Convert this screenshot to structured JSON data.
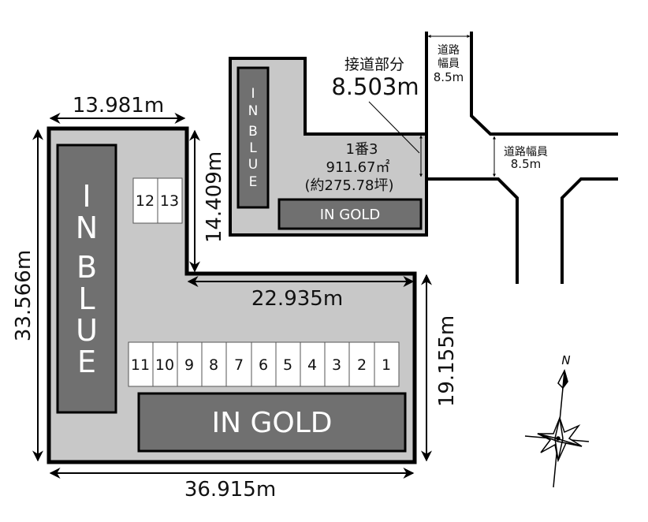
{
  "plot": {
    "lot_number": "1番3",
    "area_sqm": "911.67㎡",
    "area_tsubo": "(約275.78坪)",
    "frontage_label": "接道部分",
    "frontage_value": "8.503m"
  },
  "dimensions": {
    "top_left_width": "13.981m",
    "left_height": "33.566m",
    "notch_height": "14.409m",
    "inner_width": "22.935m",
    "right_height": "19.155m",
    "bottom_width": "36.915m"
  },
  "roads": {
    "north_road_label_line1": "道路",
    "north_road_label_line2": "幅員",
    "north_road_width": "8.5m",
    "east_road_label": "道路幅員",
    "east_road_width": "8.5m"
  },
  "main_lot": {
    "store_blue_label": [
      "I",
      "N",
      "B",
      "L",
      "U",
      "E"
    ],
    "store_gold_label": "IN GOLD",
    "parking_upper": [
      "12",
      "13"
    ],
    "parking_lower": [
      "11",
      "10",
      "9",
      "8",
      "7",
      "6",
      "5",
      "4",
      "3",
      "2",
      "1"
    ]
  },
  "sub_lot": {
    "store_blue_label": [
      "I",
      "N",
      "B",
      "L",
      "U",
      "E"
    ],
    "store_gold_label": "IN GOLD"
  },
  "compass": {
    "north_label": "N"
  },
  "colors": {
    "lot_fill": "#c8c8c8",
    "building_fill": "#707070",
    "outline": "#000000",
    "parking_fill": "#ffffff"
  }
}
